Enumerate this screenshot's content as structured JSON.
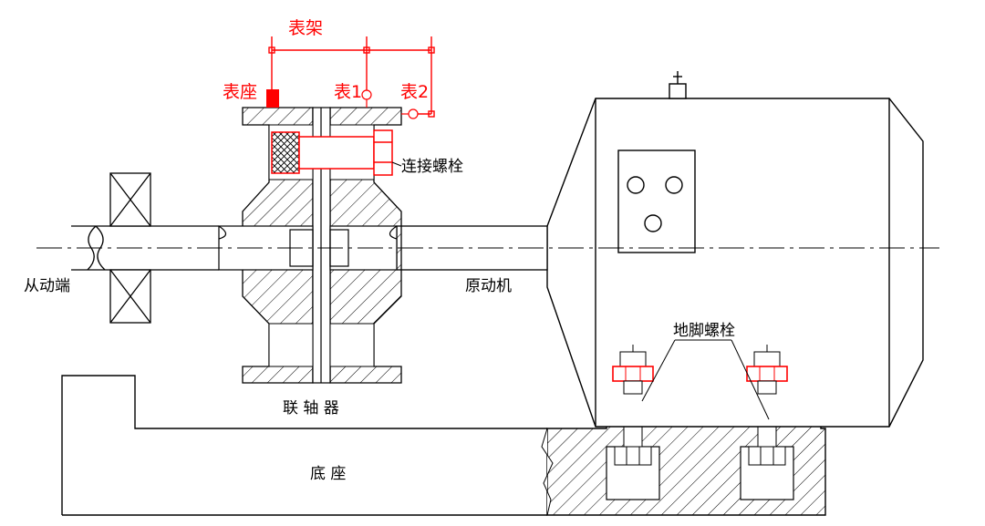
{
  "labels": {
    "gauge_frame": "表架",
    "gauge_base": "表座",
    "gauge_1": "表1",
    "gauge_2": "表2",
    "connecting_bolt": "连接螺栓",
    "driven_end": "从动端",
    "prime_mover": "原动机",
    "anchor_bolt": "地脚螺栓",
    "coupling": "联 轴 器",
    "base": "底 座"
  },
  "colors": {
    "line": "#000000",
    "annotation": "#ff0000",
    "background": "#ffffff"
  }
}
